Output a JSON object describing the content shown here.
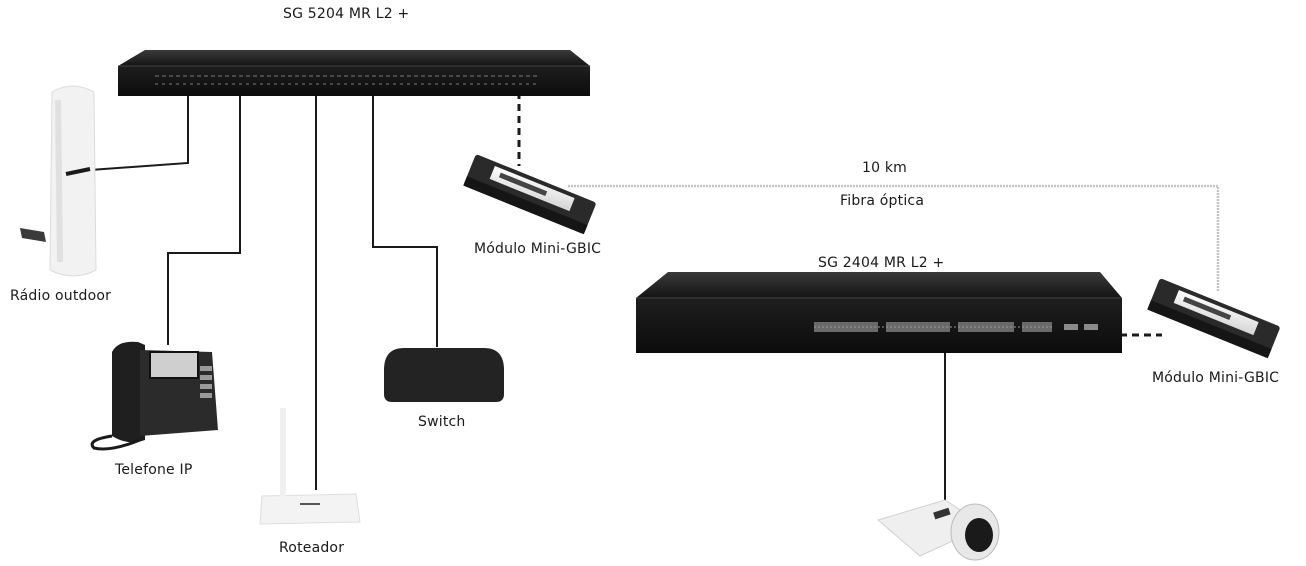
{
  "devices": {
    "switch_main": "SG 5204 MR L2 +",
    "switch_remote": "SG 2404 MR L2 +",
    "mini_gbic_left": "Módulo Mini-GBIC",
    "mini_gbic_right": "Módulo Mini-GBIC",
    "radio": "Rádio outdoor",
    "phone": "Telefone IP",
    "router": "Roteador",
    "switch_small": "Switch"
  },
  "link": {
    "distance": "10 km",
    "medium": "Fibra óptica"
  },
  "colors": {
    "device_body": "#1d1d1d",
    "cable": "#1a1a1a",
    "fiber": "#c8c8c8",
    "background": "#ffffff"
  }
}
